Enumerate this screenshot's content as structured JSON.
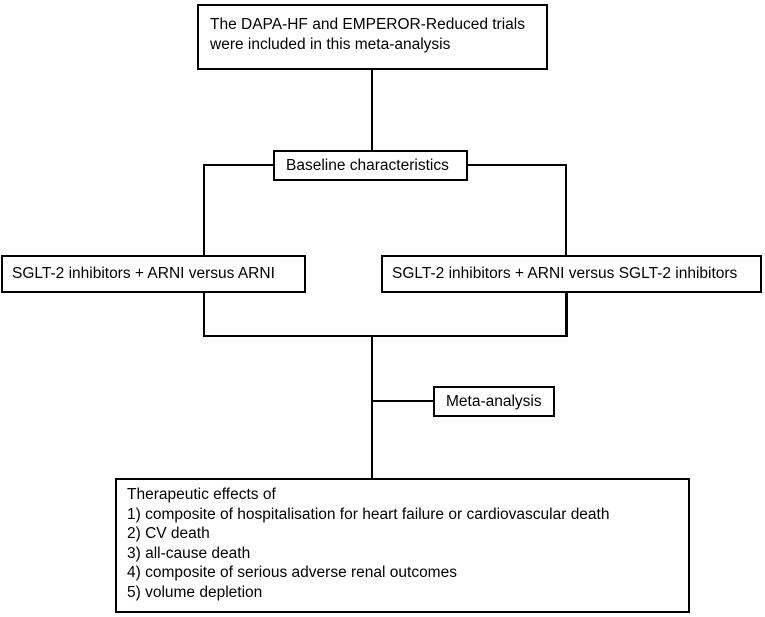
{
  "top_box": {
    "line1": "The DAPA-HF and EMPEROR-Reduced trials",
    "line2": "were included in this meta-analysis"
  },
  "baseline_box": {
    "label": "Baseline characteristics"
  },
  "left_box": {
    "label": "SGLT-2 inhibitors + ARNI versus ARNI"
  },
  "right_box": {
    "label": "SGLT-2 inhibitors + ARNI versus SGLT-2 inhibitors"
  },
  "meta_box": {
    "label": "Meta-analysis"
  },
  "bottom_box": {
    "heading": "Therapeutic effects of",
    "items": [
      "1) composite of hospitalisation for heart failure or cardiovascular death",
      "2) CV death",
      "3) all-cause death",
      "4) composite of serious adverse renal outcomes",
      "5) volume depletion"
    ]
  }
}
